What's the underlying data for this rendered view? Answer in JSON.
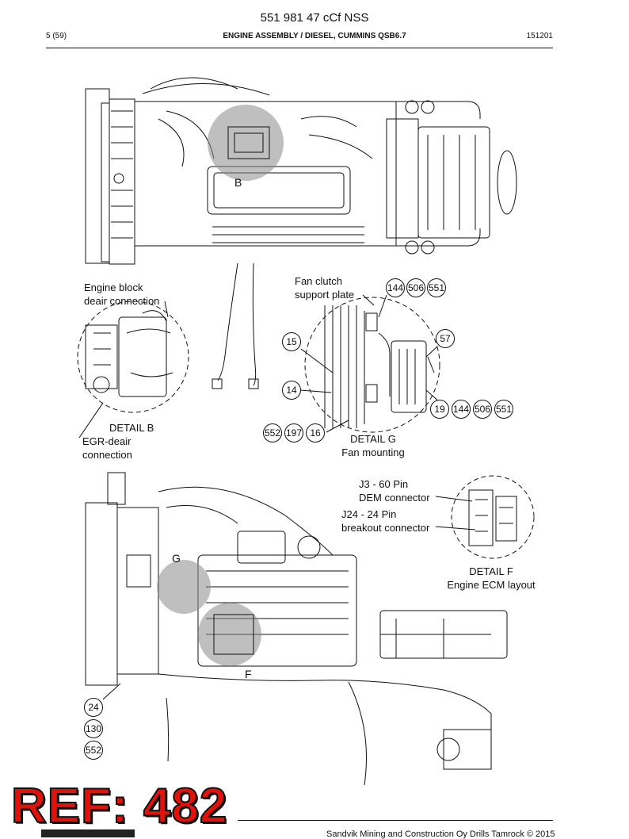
{
  "header": {
    "doc_title": "551 981 47 cCf NSS",
    "page_indicator": "5 (59)",
    "section_title": "ENGINE ASSEMBLY / DIESEL, CUMMINS QSB6.7",
    "code": "151201"
  },
  "callouts": {
    "top_view_letter": "B",
    "engine_block": [
      "Engine block",
      "deair connection"
    ],
    "detail_b": "DETAIL B",
    "egr": [
      "EGR-deair",
      "connection"
    ],
    "fan_clutch": [
      "Fan clutch",
      "support plate"
    ],
    "detail_g": [
      "DETAIL G",
      "Fan mounting"
    ],
    "j3": [
      "J3 - 60 Pin",
      "DEM connector"
    ],
    "j24": [
      "J24 - 24 Pin",
      "breakout connector"
    ],
    "detail_f": [
      "DETAIL F",
      "Engine ECM layout"
    ],
    "side_letter_g": "G",
    "side_letter_f": "F"
  },
  "bubbles": {
    "fan_top": [
      "144",
      "506",
      "551"
    ],
    "b15": "15",
    "b57": "57",
    "b14": "14",
    "fan_bottom": [
      "19",
      "144",
      "506",
      "551"
    ],
    "fan_left": [
      "552",
      "197",
      "16"
    ],
    "side": [
      "24",
      "130",
      "552"
    ]
  },
  "stamp": "REF: 482",
  "footer": {
    "copyright": "Sandvik Mining and Construction Oy Drills Tamrock © 2015"
  },
  "colors": {
    "stamp_red": "#e0120a",
    "line": "#111111",
    "highlight_grey": "#8a8a8a"
  }
}
